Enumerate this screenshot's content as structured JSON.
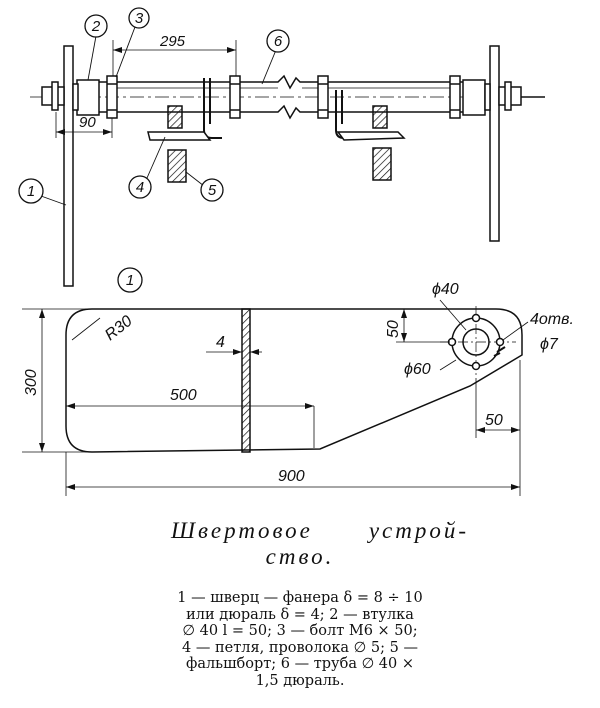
{
  "drawing": {
    "callouts": [
      "1",
      "2",
      "3",
      "4",
      "5",
      "6"
    ],
    "dims": {
      "d295": "295",
      "d90": "90",
      "d4": "4",
      "d500": "500",
      "d300": "300",
      "d900": "900",
      "d50a": "50",
      "d50b": "50",
      "r30": "R30",
      "phi40": "ϕ40",
      "phi60": "ϕ60",
      "holes": "4отв.",
      "phi7": "ϕ7"
    }
  },
  "caption": {
    "title_word1": "Швертовое",
    "title_word2": "устрой-",
    "title_line2": "ство.",
    "legend_lines": [
      "1 — шверц — фанера   δ = 8 ÷ 10",
      "или  дюраль  δ = 4;  2 — втулка",
      "∅ 40  l = 50;  3 — болт  М6 × 50;",
      "4 — петля, проволока ∅ 5;  5 —",
      "фальшборт;  6 — труба ∅ 40 ×",
      "1,5 дюраль."
    ]
  }
}
